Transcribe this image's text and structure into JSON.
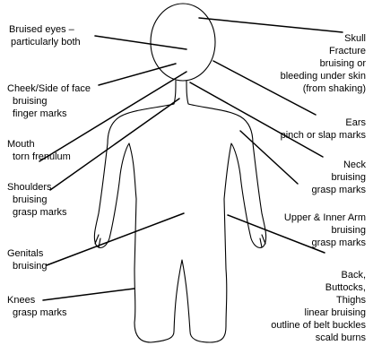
{
  "labels": {
    "bruised_eyes": {
      "title": "Bruised eyes –",
      "detail": "particularly both"
    },
    "cheek": {
      "title": "Cheek/Side of face",
      "detail1": "bruising",
      "detail2": "finger marks"
    },
    "mouth": {
      "title": "Mouth",
      "detail": "torn frenulum"
    },
    "shoulders": {
      "title": "Shoulders",
      "detail1": "bruising",
      "detail2": "grasp marks"
    },
    "genitals": {
      "title": "Genitals",
      "detail": "bruising"
    },
    "knees": {
      "title": "Knees",
      "detail": "grasp marks"
    },
    "skull": {
      "title": "Skull",
      "detail1": "Fracture",
      "detail2": "bruising or",
      "detail3": "bleeding under skin",
      "detail4": "(from shaking)"
    },
    "ears": {
      "title": "Ears",
      "detail": "pinch or slap marks"
    },
    "neck": {
      "title": "Neck",
      "detail1": "bruising",
      "detail2": "grasp marks"
    },
    "upper_arm": {
      "title": "Upper & Inner Arm",
      "detail1": "bruising",
      "detail2": "grasp marks"
    },
    "back": {
      "title": "Back,",
      "detail1": "Buttocks,",
      "detail2": "Thighs",
      "detail3": "linear bruising",
      "detail4": "outline of belt buckles",
      "detail5": "scald burns"
    }
  }
}
